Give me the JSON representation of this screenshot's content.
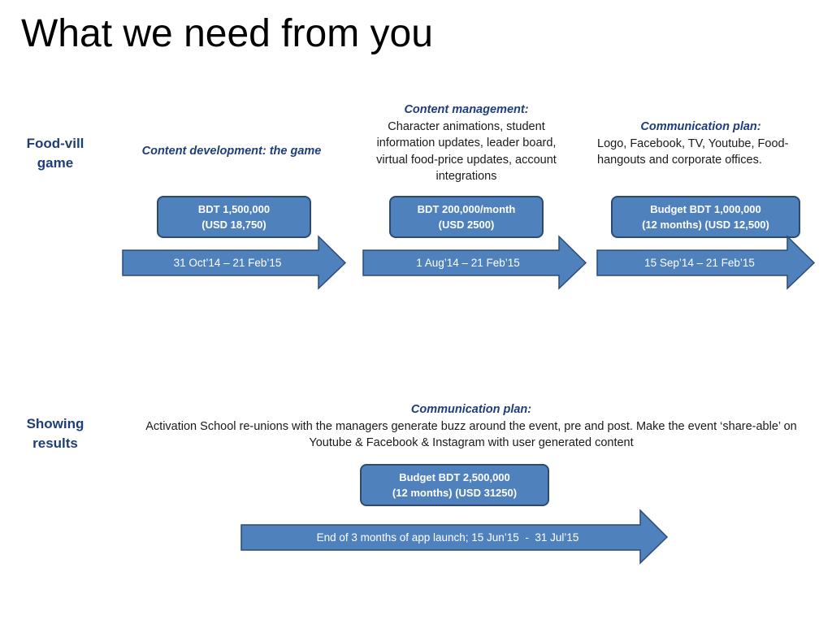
{
  "title": "What we need from you",
  "row1": {
    "label_line1": "Food-vill",
    "label_line2": "game",
    "col1": {
      "heading": "Content development: the game",
      "budget_line1": "BDT 1,500,000",
      "budget_line2": "(USD 18,750)",
      "timeline": "31 Oct’14 – 21 Feb’15"
    },
    "col2": {
      "heading": "Content management:",
      "body": "Character animations, student information updates, leader board, virtual food-price updates, account integrations",
      "budget_line1": "BDT 200,000/month",
      "budget_line2": "(USD 2500)",
      "timeline": "1 Aug’14 – 21 Feb’15"
    },
    "col3": {
      "heading": "Communication plan:",
      "body": "Logo, Facebook, TV, Youtube, Food-hangouts and corporate offices.",
      "budget_line1": "Budget BDT 1,000,000",
      "budget_line2": "(12 months) (USD 12,500)",
      "timeline": "15 Sep’14 – 21 Feb’15"
    }
  },
  "row2": {
    "label_line1": "Showing",
    "label_line2": "results",
    "heading": "Communication plan:",
    "body": "Activation School re-unions with the managers generate buzz around the event, pre and post. Make the event ‘share-able’ on Youtube & Facebook & Instagram with user generated content",
    "budget_line1": "Budget BDT 2,500,000",
    "budget_line2": "(12 months) (USD 31250)",
    "timeline": "End of 3 months of app launch; 15 Jun’15  -  31 Jul’15"
  },
  "colors": {
    "arrow_fill": "#4f81bd",
    "arrow_stroke": "#2c4a75",
    "label_blue": "#1f3d7a"
  }
}
